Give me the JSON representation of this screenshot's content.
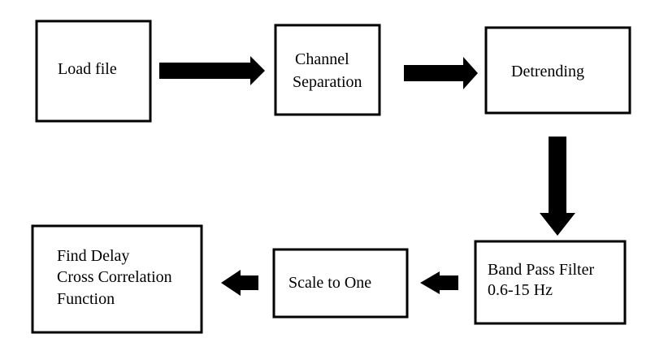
{
  "diagram": {
    "nodes": [
      {
        "id": "load-file",
        "lines": [
          "Load file"
        ]
      },
      {
        "id": "channel-separation",
        "lines": [
          "Channel",
          "Separation"
        ]
      },
      {
        "id": "detrending",
        "lines": [
          "Detrending"
        ]
      },
      {
        "id": "band-pass-filter",
        "lines": [
          "Band Pass Filter",
          "0.6-15 Hz"
        ]
      },
      {
        "id": "scale-to-one",
        "lines": [
          "Scale to One"
        ]
      },
      {
        "id": "find-delay",
        "lines": [
          "Find Delay",
          "Cross Correlation",
          "Function"
        ]
      }
    ],
    "edges": [
      {
        "from": "load-file",
        "to": "channel-separation"
      },
      {
        "from": "channel-separation",
        "to": "detrending"
      },
      {
        "from": "detrending",
        "to": "band-pass-filter"
      },
      {
        "from": "band-pass-filter",
        "to": "scale-to-one"
      },
      {
        "from": "scale-to-one",
        "to": "find-delay"
      }
    ]
  }
}
